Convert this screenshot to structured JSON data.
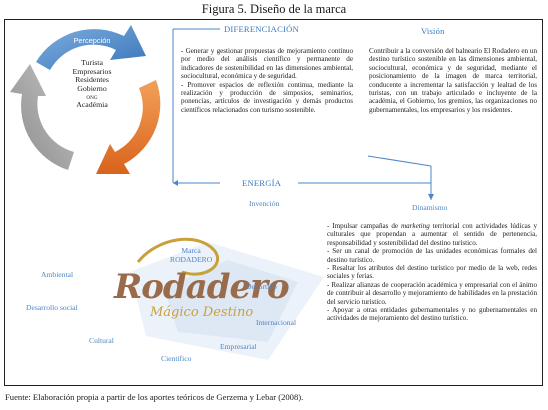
{
  "figure_title": "Figura 5. Diseño de la marca",
  "cycle": {
    "stage_1": "Percepción",
    "center_lines": [
      "Turista",
      "Empresarios",
      "Residentes",
      "Gobierno"
    ],
    "center_connector": "ONG",
    "center_last": "Académia"
  },
  "diferenciacion": {
    "heading": "DIFERENCIACIÓN",
    "bullets": [
      "- Generar y gestionar propuestas de mejoramiento continuo por medio del análisis científico y permanente de indicadores de sostenibilidad en las dimensiones ambiental, sociocultural, económica y de seguridad.",
      "- Promover espacios de reflexión continua, mediante la realización y producción de simposios, seminarios, ponencias, artículos de investigación y demás productos científicos relacionados con turismo sostenible."
    ]
  },
  "vision": {
    "heading": "Visión",
    "text": "Contribuir a la conversión del balneario El Rodadero en un destino turístico sostenible en las dimensiones ambiental, sociocultural, económica y de seguridad, mediante el posicionamiento de la imagen de marca territorial, conducente a incrementar la satisfacción y lealtad de los turistas, con un trabajo articulado e incluyente de la académia, el Gobierno, los gremios, las organizaciones no gubernamentales, los empresarios y los residentes."
  },
  "energia": {
    "heading": "ENERGÍA",
    "sub": "Invención"
  },
  "dinamismo": {
    "heading": "Dinamismo",
    "bullets": [
      {
        "before": "- Impulsar campañas de ",
        "em": "marketing",
        "after": " territorial con actividades lúdicas y culturales que propendan a aumentar el sentido de pertenencia, responsabilidad y sostenibilidad del destino turístico."
      },
      {
        "before": "- Ser un canal de promoción de las unidades económicas formales del destino turístico.",
        "em": "",
        "after": ""
      },
      {
        "before": "- Resaltar los atributos del destino turístico por medio de la web, redes sociales y ferias.",
        "em": "",
        "after": ""
      },
      {
        "before": "- Realizar alianzas de cooperación académica y empresarial con el ánimo de contribuir al desarrollo y mejoramiento de habilidades en la prestación del servicio turístico.",
        "em": "",
        "after": ""
      },
      {
        "before": "- Apoyar a otras entidades gubernamentales y no gubernamentales en actividades de mejoramiento del destino turístico.",
        "em": "",
        "after": ""
      }
    ]
  },
  "marca": {
    "label_line1": "Marca",
    "label_line2": "RODADERO",
    "logo_word": "Rodadero",
    "logo_sub": "Mágico Destino",
    "dimensions": {
      "ambiental": "Ambiental",
      "desarrollo_social": "Desarrollo social",
      "cultural": "Cultural",
      "cientifico": "Científico",
      "empresarial": "Empresarial",
      "internacional": "Internacional",
      "deportivo": "Deportivo"
    }
  },
  "footer": "Fuente: Elaboración propia a partir de los aportes teóricos de Gerzema y Lebar (2008).",
  "colors": {
    "blue": "#4a86c8",
    "orange": "#e0782b",
    "gray": "#9a9a9a",
    "logo_brown": "#9a6b4a",
    "logo_gold": "#c9a13c"
  }
}
